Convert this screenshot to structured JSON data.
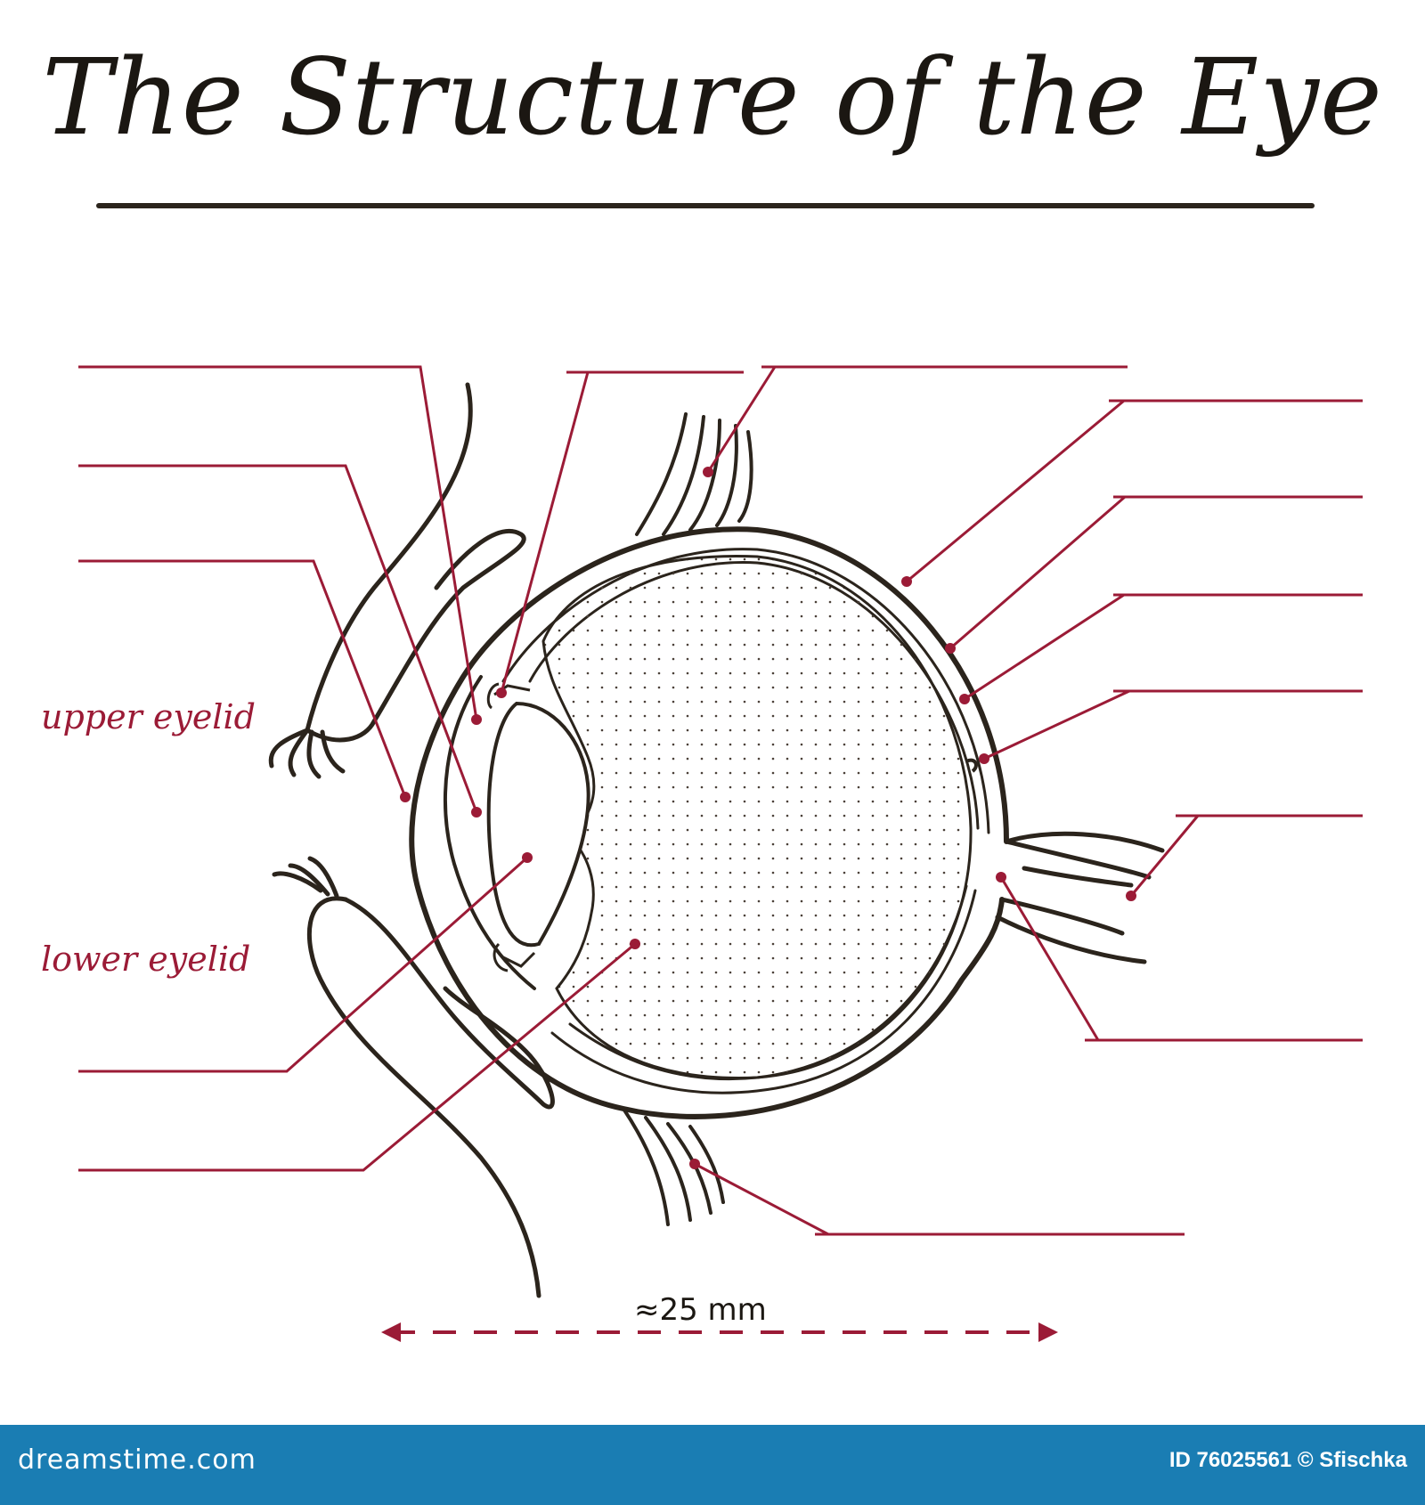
{
  "title": "The Structure of the Eye",
  "labels": {
    "upper_eyelid": "upper  eyelid",
    "lower_eyelid": "lower  eyelid"
  },
  "scale": {
    "text": "≈25 mm"
  },
  "footer": {
    "brand": "dreamstime.com",
    "id_text": "ID 76025561 © Sfischka"
  },
  "colors": {
    "leader_line": "#9b1b36",
    "outline": "#2b241c",
    "footer_bar": "#1a7db3"
  }
}
